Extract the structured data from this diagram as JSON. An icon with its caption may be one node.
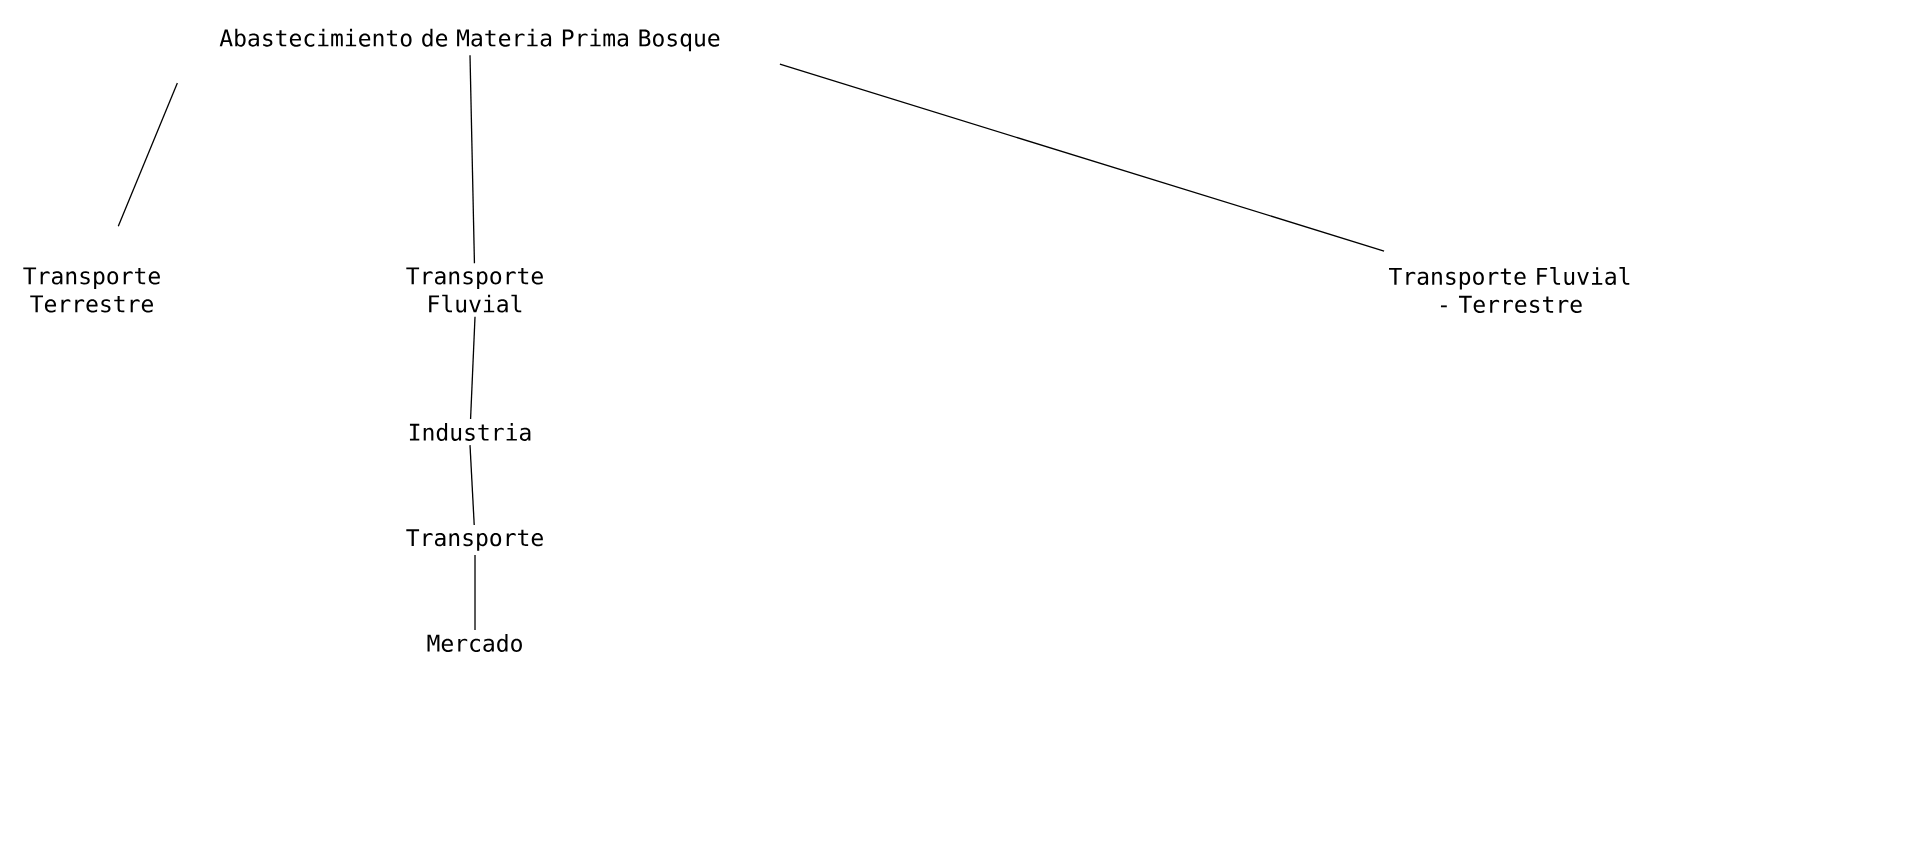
{
  "diagram": {
    "nodes": [
      {
        "text": [
          "Abastecimiento de Materia Prima Bosque"
        ]
      },
      {
        "text": [
          "Transporte Terrestre"
        ]
      },
      {
        "text": [
          "Transporte Fluvial"
        ]
      },
      {
        "text": [
          "Transporte Fluvial - Terrestre"
        ]
      },
      {
        "text": [
          "Industria"
        ]
      },
      {
        "text": [
          "Transporte"
        ]
      },
      {
        "text": [
          "Mercado"
        ]
      }
    ],
    "edges": [
      {
        "from": 0,
        "to": 1,
        "arrow": "none"
      },
      {
        "from": 0,
        "to": 2,
        "arrow": "none"
      },
      {
        "from": 0,
        "to": 3,
        "arrow": "none"
      },
      {
        "from": 2,
        "to": 4,
        "arrow": "none"
      },
      {
        "from": 4,
        "to": 5,
        "arrow": "none"
      },
      {
        "from": 5,
        "to": 6,
        "arrow": "none"
      }
    ]
  }
}
